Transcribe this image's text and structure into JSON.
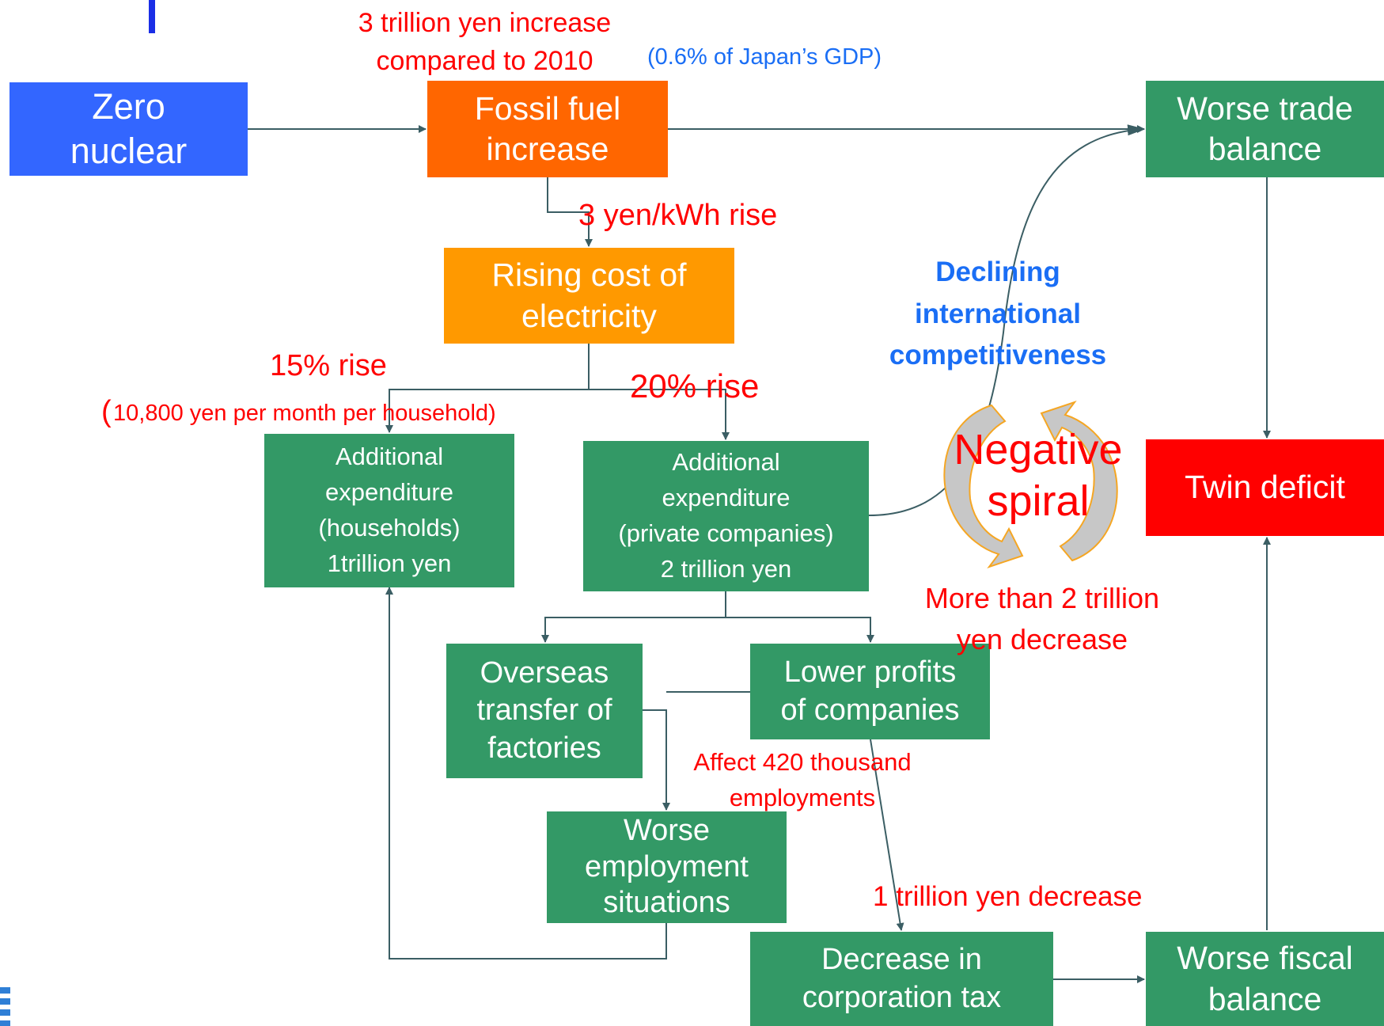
{
  "nodes": {
    "zero_nuclear": "Zero\nnuclear",
    "fossil_fuel": "Fossil fuel\nincrease",
    "worse_trade": "Worse trade\nbalance",
    "rising_cost": "Rising cost of\nelectricity",
    "households": "Additional\nexpenditure\n(households)\n1trillion yen",
    "companies": "Additional\nexpenditure\n(private companies)\n2 trillion yen",
    "twin_deficit": "Twin deficit",
    "overseas": "Overseas\ntransfer of\nfactories",
    "lower_profits": "Lower profits\nof companies",
    "worse_employment": "Worse\nemployment\nsituations",
    "corp_tax": "Decrease in\ncorporation tax",
    "worse_fiscal": "Worse fiscal\nbalance"
  },
  "labels": {
    "fossil_increase": "3 trillion yen increase\ncompared to 2010",
    "gdp": "(0.6% of Japan’s GDP)",
    "kwh_rise": "3 yen/kWh rise",
    "rise15": "15% rise",
    "paren": "(",
    "per_household": "10,800 yen per month per household)",
    "rise20": "20% rise",
    "declining": "Declining\ninternational\ncompetitiveness",
    "negative_spiral": "Negative\nspiral",
    "more_than_2t": "More than 2 trillion\nyen decrease",
    "affect_420": "Affect 420 thousand\nemployments",
    "one_trillion": "1 trillion yen decrease"
  },
  "colors": {
    "blue_box": "#3366ff",
    "orange_box": "#ff6600",
    "amber_box": "#ff9900",
    "green_box": "#339966",
    "red_box": "#ff0000",
    "arrow": "#3b5e64",
    "red_text": "#ff0000",
    "blue_text": "#1a6ef5"
  }
}
